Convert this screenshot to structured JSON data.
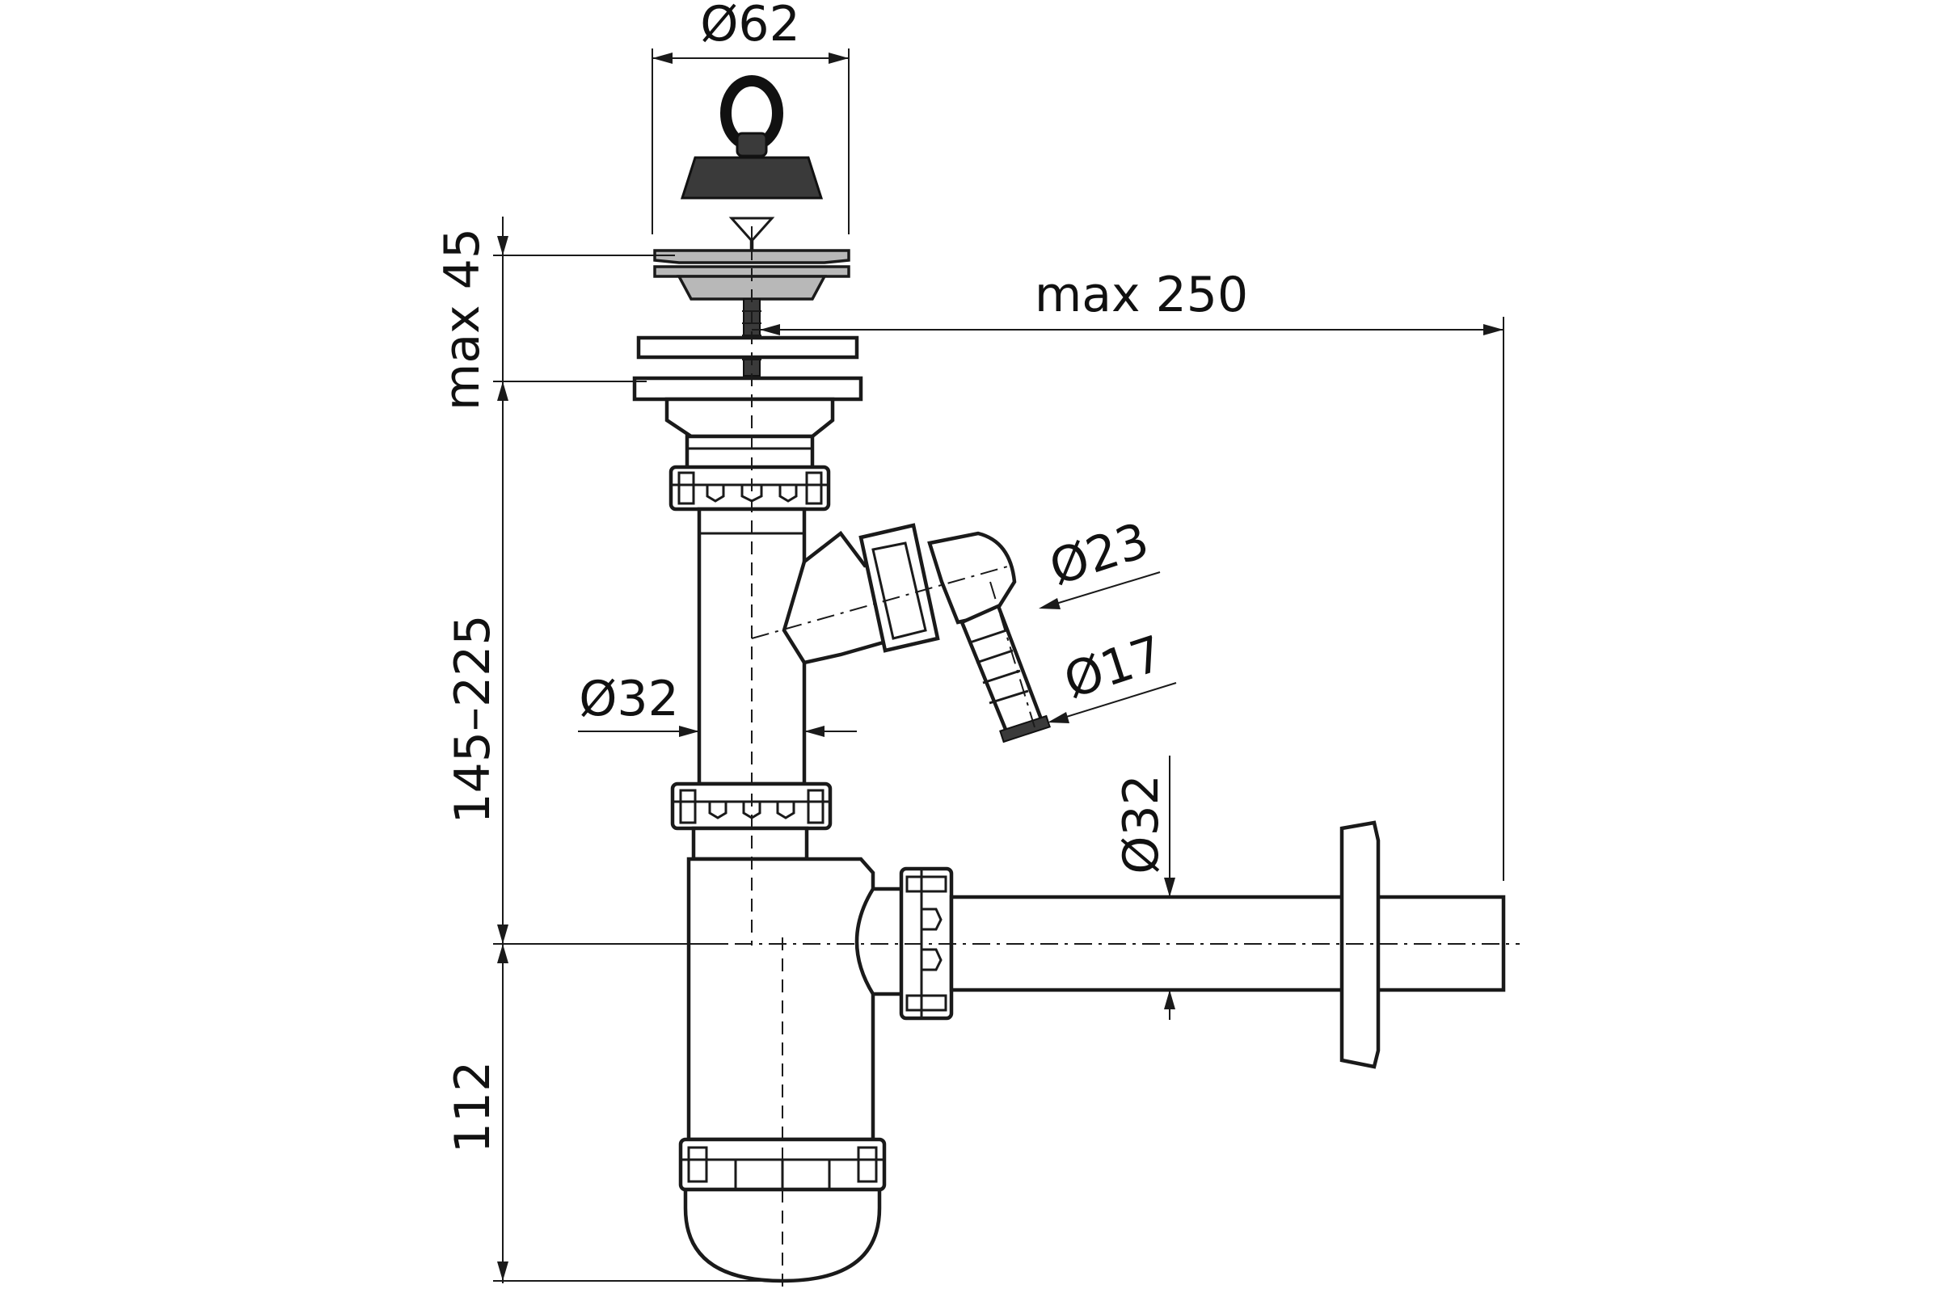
{
  "dimensions": {
    "strainer_diameter": "Ø62",
    "plug_height": "max 45",
    "max_length": "max 250",
    "inlet_diameter": "Ø23",
    "hose_diameter": "Ø17",
    "tube_diameter": "Ø32",
    "outlet_diameter": "Ø32",
    "adjustable_height": "145–225",
    "trap_depth": "112"
  },
  "colors": {
    "line": "#1a1a1a",
    "plug": "#3a3a3a",
    "metal": "#b8b8b8",
    "background": "#ffffff"
  }
}
